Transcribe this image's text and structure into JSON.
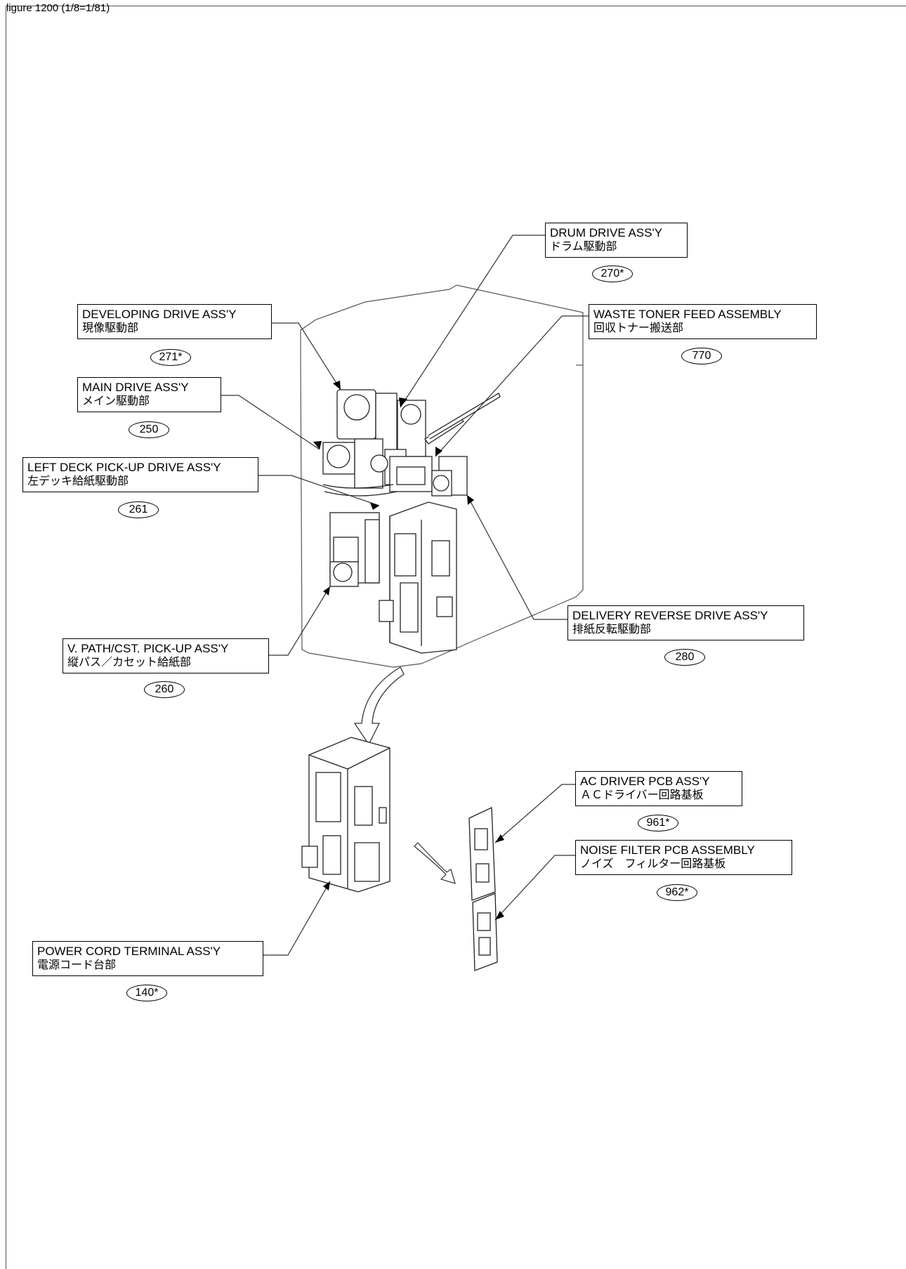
{
  "header": {
    "text": "ligure 1200 (1/8=1/81)"
  },
  "callouts": [
    {
      "id": "drum",
      "en": "DRUM DRIVE ASS'Y",
      "ja": "ドラム駆動部",
      "ref": "270*"
    },
    {
      "id": "developing",
      "en": "DEVELOPING DRIVE ASS'Y",
      "ja": "現像駆動部",
      "ref": "271*"
    },
    {
      "id": "waste",
      "en": "WASTE TONER FEED ASSEMBLY",
      "ja": "回収トナー搬送部",
      "ref": "770"
    },
    {
      "id": "main",
      "en": "MAIN DRIVE ASS'Y",
      "ja": "メイン駆動部",
      "ref": "250"
    },
    {
      "id": "leftdeck",
      "en": "LEFT DECK PICK-UP DRIVE ASS'Y",
      "ja": "左デッキ給紙駆動部",
      "ref": "261"
    },
    {
      "id": "delivery",
      "en": "DELIVERY REVERSE DRIVE ASS'Y",
      "ja": "排紙反転駆動部",
      "ref": "280"
    },
    {
      "id": "vpath",
      "en": "V. PATH/CST. PICK-UP ASS'Y",
      "ja": "縦パス／カセット給紙部",
      "ref": "260"
    },
    {
      "id": "acdriver",
      "en": "AC DRIVER PCB ASS'Y",
      "ja": "ＡＣドライバー回路基板",
      "ref": "961*"
    },
    {
      "id": "noise",
      "en": "NOISE FILTER PCB ASSEMBLY",
      "ja": "ノイズ　フィルター回路基板",
      "ref": "962*"
    },
    {
      "id": "power",
      "en": "POWER CORD TERMINAL ASS'Y",
      "ja": "電源コード台部",
      "ref": "140*"
    }
  ]
}
